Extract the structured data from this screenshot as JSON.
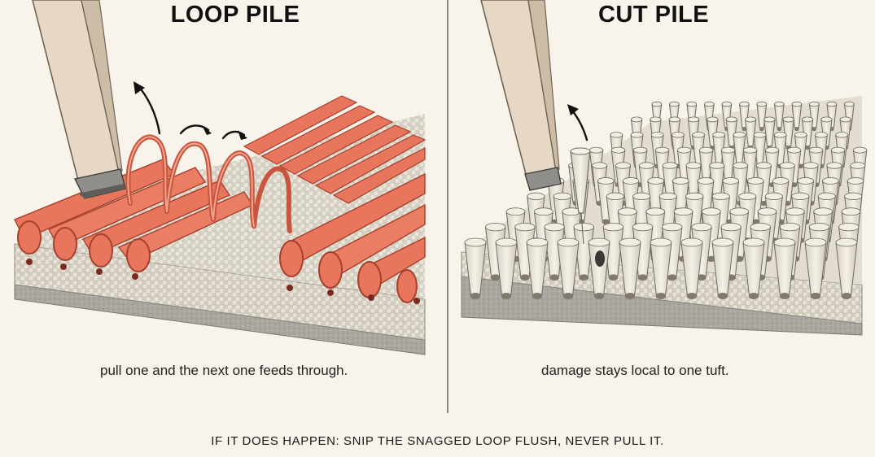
{
  "panels": [
    {
      "title": "LOOP PILE",
      "caption": "pull one and the next one feeds through."
    },
    {
      "title": "CUT PILE",
      "caption": "damage stays local to one tuft."
    }
  ],
  "footer": "IF IT DOES HAPPEN: SNIP THE SNAGGED LOOP FLUSH, NEVER PULL IT.",
  "colors": {
    "background": "#f8f4ec",
    "loop_yarn": "#e8765c",
    "cut_yarn": "#ece6da",
    "backing_weave": "#e6e1d6",
    "base_foam": "#a9a6a0",
    "furniture_leg": "#e7d8c5",
    "divider": "#8b8882"
  }
}
